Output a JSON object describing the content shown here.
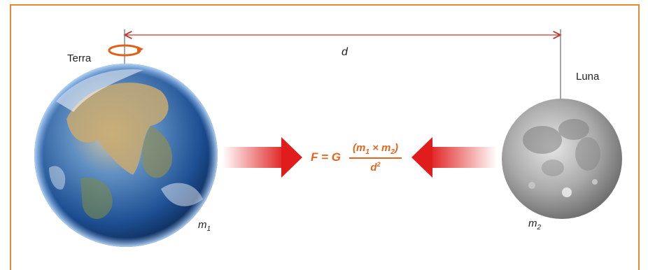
{
  "labels": {
    "earth": "Terra",
    "moon": "Luna",
    "distance": "d"
  },
  "masses": {
    "m1": {
      "base": "m",
      "sub": "1"
    },
    "m2": {
      "base": "m",
      "sub": "2"
    }
  },
  "formula": {
    "lhs": "F = G",
    "num_open": "(m",
    "num_sub1": "1",
    "num_times": " × m",
    "num_sub2": "2",
    "num_close": ")",
    "den_base": "d",
    "den_exp": "2"
  },
  "colors": {
    "frame": "#e58a2e",
    "arrow": "#e01c1c",
    "distance_line": "#c0392b",
    "formula": "#e2661f",
    "rotation_icon": "#e0621a"
  },
  "icons": {
    "rotation": "rotation-arrow-icon"
  }
}
